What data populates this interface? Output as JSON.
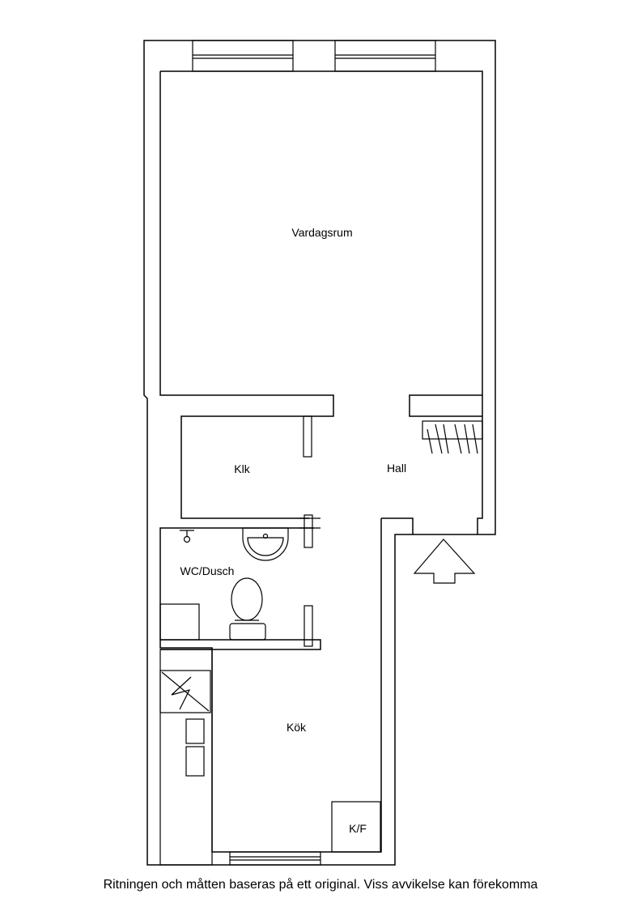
{
  "rooms": {
    "living": "Vardagsrum",
    "closet": "Klk",
    "hall": "Hall",
    "bathroom": "WC/Dusch",
    "kitchen": "Kök",
    "fridge_freezer": "K/F"
  },
  "disclaimer": "Ritningen och måtten baseras på ett original. Viss avvikelse kan förekomma"
}
